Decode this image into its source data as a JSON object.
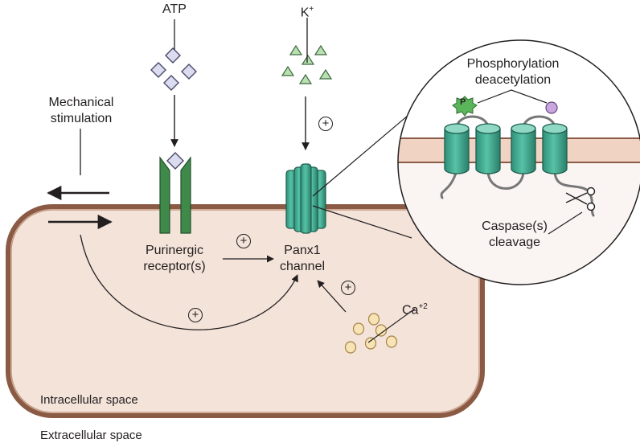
{
  "labels": {
    "atp": "ATP",
    "potassium": "K",
    "potassium_sup": "+",
    "mechanical_1": "Mechanical",
    "mechanical_2": "stimulation",
    "phospho_1": "Phosphorylation",
    "phospho_2": "deacetylation",
    "phospho_badge": "P",
    "purinergic_1": "Purinergic",
    "purinergic_2": "receptor(s)",
    "panx_1": "Panx1",
    "panx_2": "channel",
    "caspase_1": "Caspase(s)",
    "caspase_2": "cleavage",
    "calcium": "Ca",
    "calcium_sup": "+2",
    "intracellular": "Intracellular space",
    "extracellular": "Extracellular space",
    "plus_sign": "+"
  },
  "colors": {
    "cell_fill": "#f3e3d9",
    "cell_border": "#8a5a44",
    "membrane_band": "#f1d3c3",
    "receptor_green": "#3f8a4a",
    "channel_teal": "#3aa58c",
    "ligand_diamond": "#dcdcf0",
    "k_triangle": "#b8e0b0",
    "ca_circle": "#f7e3b4",
    "phosphate_star": "#5bb55b",
    "acetyl_dot": "#c9a6e0"
  }
}
